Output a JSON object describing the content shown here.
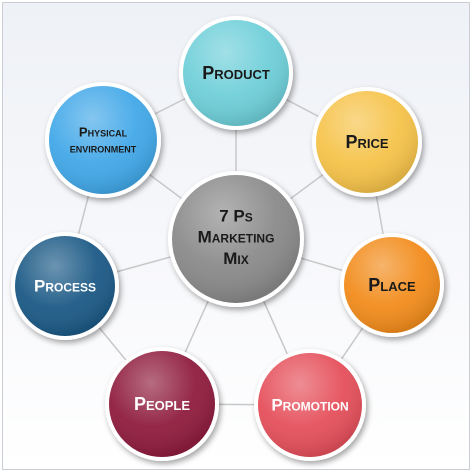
{
  "center": {
    "lines": [
      "7 Ps",
      "Marketing",
      "Mix"
    ],
    "color": "#8a8a8a"
  },
  "nodes": [
    {
      "key": "product",
      "lines": [
        "Product"
      ],
      "color": "#6fcfd9",
      "text_color": "#1a1a1a"
    },
    {
      "key": "price",
      "lines": [
        "Price"
      ],
      "color": "#f6c34a",
      "text_color": "#1a1a1a"
    },
    {
      "key": "place",
      "lines": [
        "Place"
      ],
      "color": "#f28c1c",
      "text_color": "#1a1a1a"
    },
    {
      "key": "promotion",
      "lines": [
        "Promotion"
      ],
      "color": "#e5505b",
      "text_color": "#ffffff"
    },
    {
      "key": "people",
      "lines": [
        "People"
      ],
      "color": "#8f1c3e",
      "text_color": "#ffffff"
    },
    {
      "key": "process",
      "lines": [
        "Process"
      ],
      "color": "#1c5a86",
      "text_color": "#ffffff"
    },
    {
      "key": "physical-environment",
      "lines": [
        "Physical",
        "environment"
      ],
      "color": "#42a8e8",
      "text_color": "#1a1a1a"
    }
  ]
}
